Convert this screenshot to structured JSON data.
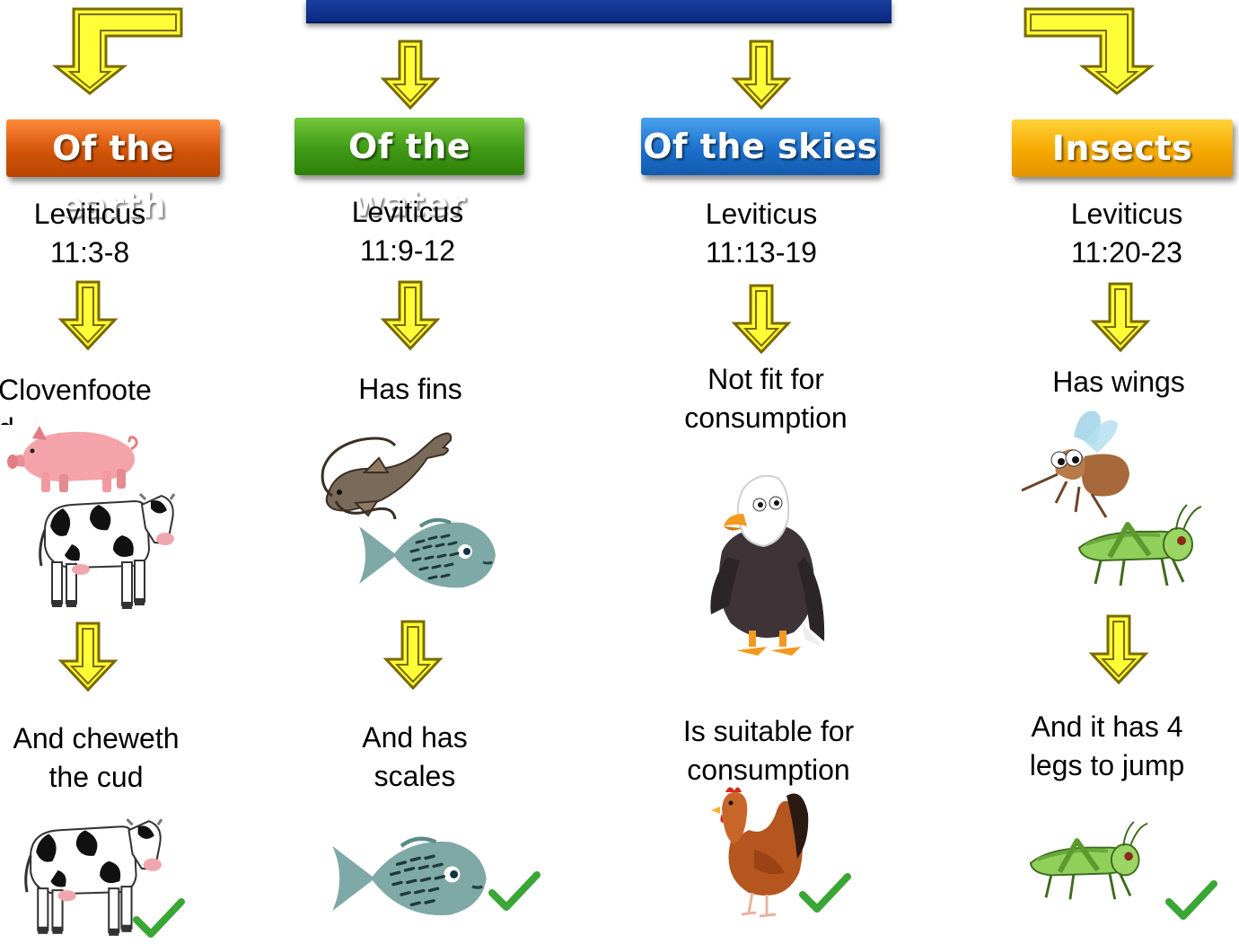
{
  "colors": {
    "arrow_fill": "#ffff38",
    "arrow_outline": "#7a6a00",
    "earth": "#d2550a",
    "water": "#3f9a16",
    "skies": "#1c6fcb",
    "insects": "#f5a800",
    "title_bar": "#0e2f8a",
    "check": "#3aa635"
  },
  "columns": [
    {
      "header": "Of the earth",
      "reference": "Leviticus\n11:3-8",
      "criterion": "Clovenfoote\nd",
      "result": "And cheweth\nthe cud",
      "images": [
        "pig-icon",
        "cow-icon",
        "cow-icon"
      ]
    },
    {
      "header": "Of the water",
      "reference": "Leviticus\n11:9-12",
      "criterion": "Has fins",
      "result": "And has\nscales",
      "images": [
        "catfish-icon",
        "fish-icon",
        "fish-icon"
      ]
    },
    {
      "header": "Of the skies",
      "reference": "Leviticus\n11:13-19",
      "criterion": "Not fit for\nconsumption",
      "result": "Is suitable for\nconsumption",
      "images": [
        "eagle-icon",
        "chicken-icon"
      ]
    },
    {
      "header": "Insects",
      "reference": "Leviticus\n11:20-23",
      "criterion": "Has wings",
      "result": "And it has 4\nlegs to jump",
      "images": [
        "mosquito-icon",
        "grasshopper-icon",
        "grasshopper-icon"
      ]
    }
  ],
  "checkmark_icon": "check-icon"
}
